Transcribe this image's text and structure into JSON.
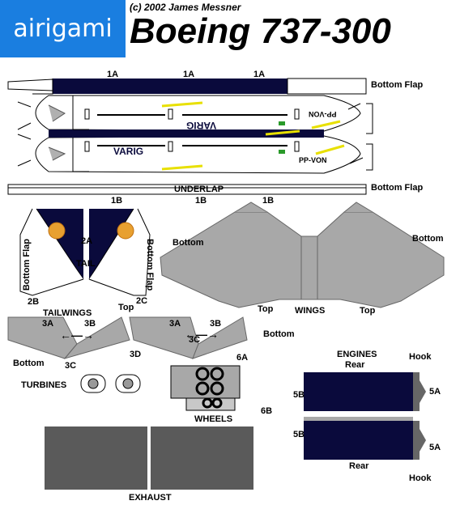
{
  "header": {
    "brand": "airigami",
    "copyright": "(c) 2002 James Messner",
    "model": "Boeing 737-300"
  },
  "fuselage": {
    "tab_1a": "1A",
    "tab_1b": "1B",
    "bottom_flap_label": "Bottom Flap",
    "underlap_label": "UNDERLAP",
    "airline": "VARIG",
    "registration": "PP-VON"
  },
  "tail": {
    "label": "TAIL",
    "tab_2a": "2A",
    "tab_2b": "2B",
    "tab_2c": "2C",
    "bottom_flap_label": "Bottom Flap"
  },
  "wings": {
    "label": "WINGS",
    "bottom_label": "Bottom",
    "top_label": "Top"
  },
  "tailwings": {
    "label": "TAILWINGS",
    "tab_3a": "3A",
    "tab_3b": "3B",
    "tab_3c": "3C",
    "tab_3d": "3D",
    "top_label": "Top",
    "bottom_label": "Bottom"
  },
  "turbines": {
    "label": "TURBINES"
  },
  "wheels": {
    "label": "WHEELS",
    "tab_6a": "6A",
    "tab_6b": "6B"
  },
  "engines": {
    "label": "ENGINES",
    "rear_label": "Rear",
    "hook_label": "Hook",
    "tab_5a": "5A",
    "tab_5b": "5B"
  },
  "exhaust": {
    "label": "EXHAUST"
  },
  "colors": {
    "logo_blue": "#1a7ee0",
    "navy": "#0a0a3c",
    "gray": "#a8a8a8",
    "dark_gray": "#5a5a5a",
    "yellow": "#e8e000"
  }
}
